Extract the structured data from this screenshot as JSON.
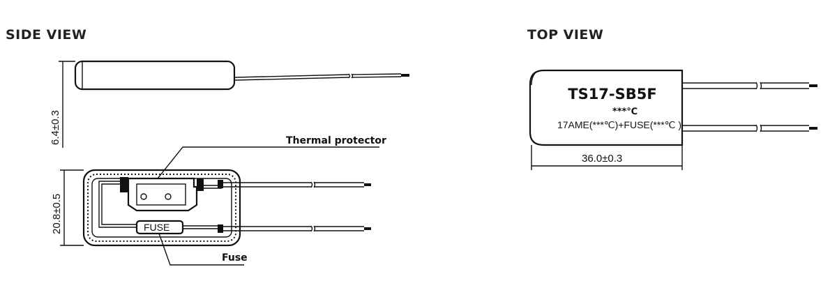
{
  "side_view": {
    "title": "SIDE VIEW",
    "thickness_dim": "6.4±0.3",
    "width_dim": "20.8±0.5",
    "thermal_protector_label": "Thermal protector",
    "fuse_label": "Fuse",
    "fuse_body_text": "FUSE"
  },
  "top_view": {
    "title": "TOP VIEW",
    "model": "TS17-SB5F",
    "temp_marking": "***℃",
    "spec_marking": "17AME(***℃)+FUSE(***℃ )",
    "length_dim": "36.0±0.3"
  }
}
